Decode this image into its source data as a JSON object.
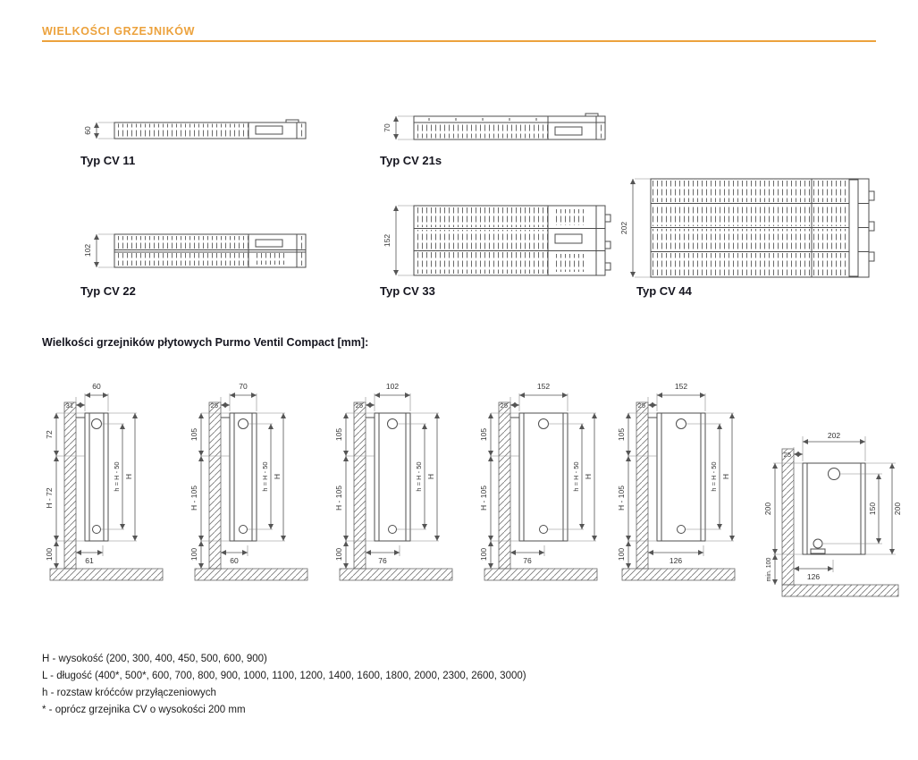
{
  "accent_color": "#ECA23D",
  "header": {
    "title": "WIELKOŚCI GRZEJNIKÓW"
  },
  "cross_sections": [
    {
      "label": "Typ CV 11",
      "depth_dim": "60"
    },
    {
      "label": "Typ CV 21s",
      "depth_dim": "70"
    },
    {
      "label": "Typ CV 22",
      "depth_dim": "102"
    },
    {
      "label": "Typ CV 33",
      "depth_dim": "152"
    },
    {
      "label": "Typ CV 44",
      "depth_dim": "202"
    }
  ],
  "section_title": "Wielkości grzejników płytowych Purmo Ventil Compact [mm]:",
  "side_views": [
    {
      "depth": "60",
      "wall_gap": "31",
      "top_offset": "72",
      "mid_height": "H - 72",
      "floor_clearance": "100",
      "pipe_spacing": "h = H - 50",
      "total_height": "H",
      "connection_offset": "61"
    },
    {
      "depth": "70",
      "wall_gap": "25",
      "top_offset": "105",
      "mid_height": "H - 105",
      "floor_clearance": "100",
      "pipe_spacing": "h = H - 50",
      "total_height": "H",
      "connection_offset": "60"
    },
    {
      "depth": "102",
      "wall_gap": "25",
      "top_offset": "105",
      "mid_height": "H - 105",
      "floor_clearance": "100",
      "pipe_spacing": "h = H - 50",
      "total_height": "H",
      "connection_offset": "76"
    },
    {
      "depth": "152",
      "wall_gap": "25",
      "top_offset": "105",
      "mid_height": "H - 105",
      "floor_clearance": "100",
      "pipe_spacing": "h = H - 50",
      "total_height": "H",
      "connection_offset": "76"
    },
    {
      "depth": "152",
      "wall_gap": "25",
      "top_offset": "105",
      "mid_height": "H - 105",
      "floor_clearance": "100",
      "pipe_spacing": "h = H - 50",
      "total_height": "H",
      "connection_offset": "126"
    }
  ],
  "detail_view": {
    "depth": "202",
    "wall_gap": "25",
    "height_left": "200",
    "pipe_spacing": "150",
    "height_right": "200",
    "floor_clearance": "min. 100",
    "connection_offset": "126"
  },
  "notes": [
    "H - wysokość (200, 300, 400, 450, 500, 600, 900)",
    "L - długość (400*, 500*, 600, 700, 800, 900, 1000, 1100, 1200, 1400, 1600, 1800, 2000, 2300, 2600, 3000)",
    "h - rozstaw króćców przyłączeniowych",
    "* - oprócz grzejnika CV o wysokości 200 mm"
  ]
}
